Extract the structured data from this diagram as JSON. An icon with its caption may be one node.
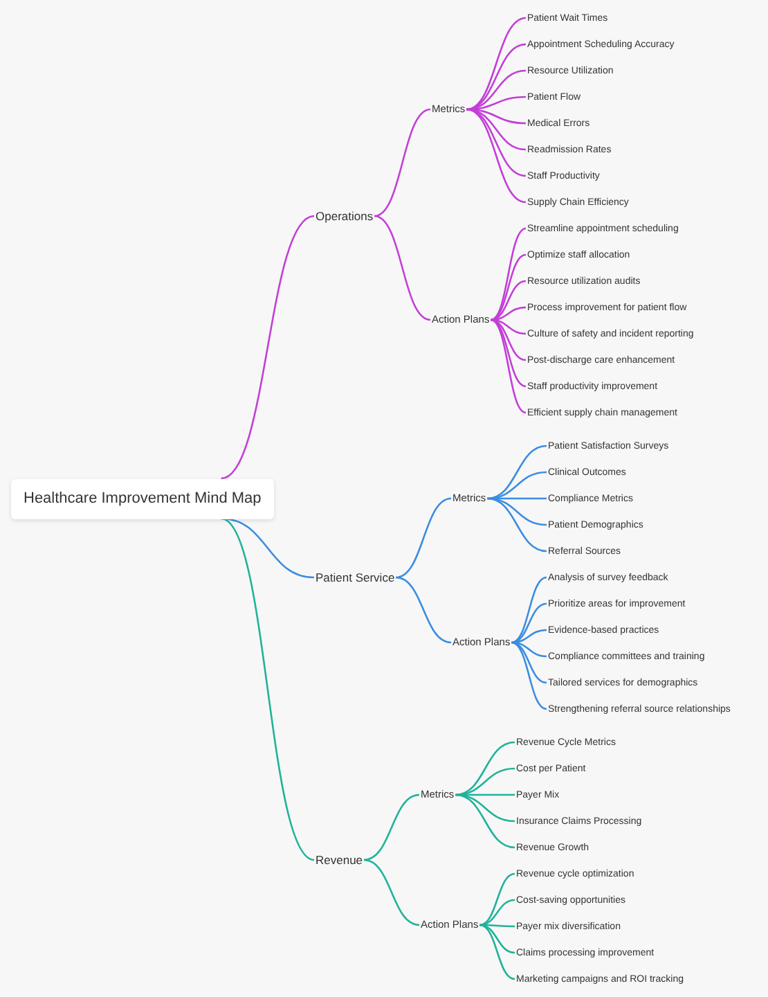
{
  "diagram": {
    "nodes": [
      {
        "text": [
          "Healthcare Improvement Mind Map"
        ]
      },
      {
        "text": [
          "Operations"
        ]
      },
      {
        "text": [
          "Metrics"
        ]
      },
      {
        "text": [
          "Patient Wait Times"
        ]
      },
      {
        "text": [
          "Appointment Scheduling Accuracy"
        ]
      },
      {
        "text": [
          "Resource Utilization"
        ]
      },
      {
        "text": [
          "Patient Flow"
        ]
      },
      {
        "text": [
          "Medical Errors"
        ]
      },
      {
        "text": [
          "Readmission Rates"
        ]
      },
      {
        "text": [
          "Staff Productivity"
        ]
      },
      {
        "text": [
          "Supply Chain Efficiency"
        ]
      },
      {
        "text": [
          "Action Plans"
        ]
      },
      {
        "text": [
          "Streamline appointment scheduling"
        ]
      },
      {
        "text": [
          "Optimize staff allocation"
        ]
      },
      {
        "text": [
          "Resource utilization audits"
        ]
      },
      {
        "text": [
          "Process improvement for patient flow"
        ]
      },
      {
        "text": [
          "Culture of safety and incident reporting"
        ]
      },
      {
        "text": [
          "Post-discharge care enhancement"
        ]
      },
      {
        "text": [
          "Staff productivity improvement"
        ]
      },
      {
        "text": [
          "Efficient supply chain management"
        ]
      },
      {
        "text": [
          "Patient Service"
        ]
      },
      {
        "text": [
          "Metrics"
        ]
      },
      {
        "text": [
          "Patient Satisfaction Surveys"
        ]
      },
      {
        "text": [
          "Clinical Outcomes"
        ]
      },
      {
        "text": [
          "Compliance Metrics"
        ]
      },
      {
        "text": [
          "Patient Demographics"
        ]
      },
      {
        "text": [
          "Referral Sources"
        ]
      },
      {
        "text": [
          "Action Plans"
        ]
      },
      {
        "text": [
          "Analysis of survey feedback"
        ]
      },
      {
        "text": [
          "Prioritize areas for improvement"
        ]
      },
      {
        "text": [
          "Evidence-based practices"
        ]
      },
      {
        "text": [
          "Compliance committees and training"
        ]
      },
      {
        "text": [
          "Tailored services for demographics"
        ]
      },
      {
        "text": [
          "Strengthening referral source relationships"
        ]
      },
      {
        "text": [
          "Revenue"
        ]
      },
      {
        "text": [
          "Metrics"
        ]
      },
      {
        "text": [
          "Revenue Cycle Metrics"
        ]
      },
      {
        "text": [
          "Cost per Patient"
        ]
      },
      {
        "text": [
          "Payer Mix"
        ]
      },
      {
        "text": [
          "Insurance Claims Processing"
        ]
      },
      {
        "text": [
          "Revenue Growth"
        ]
      },
      {
        "text": [
          "Action Plans"
        ]
      },
      {
        "text": [
          "Revenue cycle optimization"
        ]
      },
      {
        "text": [
          "Cost-saving opportunities"
        ]
      },
      {
        "text": [
          "Payer mix diversification"
        ]
      },
      {
        "text": [
          "Claims processing improvement"
        ]
      },
      {
        "text": [
          "Marketing campaigns and ROI tracking"
        ]
      }
    ],
    "edges": [
      {
        "from": 0,
        "to": 1,
        "arrow": "none"
      },
      {
        "from": 1,
        "to": 2,
        "arrow": "none"
      },
      {
        "from": 2,
        "to": 3,
        "arrow": "none"
      },
      {
        "from": 2,
        "to": 4,
        "arrow": "none"
      },
      {
        "from": 2,
        "to": 5,
        "arrow": "none"
      },
      {
        "from": 2,
        "to": 6,
        "arrow": "none"
      },
      {
        "from": 2,
        "to": 7,
        "arrow": "none"
      },
      {
        "from": 2,
        "to": 8,
        "arrow": "none"
      },
      {
        "from": 2,
        "to": 9,
        "arrow": "none"
      },
      {
        "from": 2,
        "to": 10,
        "arrow": "none"
      },
      {
        "from": 1,
        "to": 11,
        "arrow": "none"
      },
      {
        "from": 11,
        "to": 12,
        "arrow": "none"
      },
      {
        "from": 11,
        "to": 13,
        "arrow": "none"
      },
      {
        "from": 11,
        "to": 14,
        "arrow": "none"
      },
      {
        "from": 11,
        "to": 15,
        "arrow": "none"
      },
      {
        "from": 11,
        "to": 16,
        "arrow": "none"
      },
      {
        "from": 11,
        "to": 17,
        "arrow": "none"
      },
      {
        "from": 11,
        "to": 18,
        "arrow": "none"
      },
      {
        "from": 11,
        "to": 19,
        "arrow": "none"
      },
      {
        "from": 0,
        "to": 20,
        "arrow": "none",
        "color": "#3a8de0"
      },
      {
        "from": 20,
        "to": 21,
        "arrow": "none",
        "color": "#3a8de0"
      },
      {
        "from": 21,
        "to": 22,
        "arrow": "none",
        "color": "#3a8de0"
      },
      {
        "from": 21,
        "to": 23,
        "arrow": "none",
        "color": "#3a8de0"
      },
      {
        "from": 21,
        "to": 24,
        "arrow": "none",
        "color": "#3a8de0"
      },
      {
        "from": 21,
        "to": 25,
        "arrow": "none",
        "color": "#3a8de0"
      },
      {
        "from": 21,
        "to": 26,
        "arrow": "none",
        "color": "#3a8de0"
      },
      {
        "from": 20,
        "to": 27,
        "arrow": "none",
        "color": "#3a8de0"
      },
      {
        "from": 27,
        "to": 28,
        "arrow": "none",
        "color": "#3a8de0"
      },
      {
        "from": 27,
        "to": 29,
        "arrow": "none",
        "color": "#3a8de0"
      },
      {
        "from": 27,
        "to": 30,
        "arrow": "none",
        "color": "#3a8de0"
      },
      {
        "from": 27,
        "to": 31,
        "arrow": "none",
        "color": "#3a8de0"
      },
      {
        "from": 27,
        "to": 32,
        "arrow": "none",
        "color": "#3a8de0"
      },
      {
        "from": 27,
        "to": 33,
        "arrow": "none",
        "color": "#3a8de0"
      },
      {
        "from": 0,
        "to": 34,
        "arrow": "none",
        "color": "#1fb39a"
      },
      {
        "from": 34,
        "to": 35,
        "arrow": "none",
        "color": "#1fb39a"
      },
      {
        "from": 35,
        "to": 36,
        "arrow": "none",
        "color": "#1fb39a"
      },
      {
        "from": 35,
        "to": 37,
        "arrow": "none",
        "color": "#1fb39a"
      },
      {
        "from": 35,
        "to": 38,
        "arrow": "none",
        "color": "#1fb39a"
      },
      {
        "from": 35,
        "to": 39,
        "arrow": "none",
        "color": "#1fb39a"
      },
      {
        "from": 35,
        "to": 40,
        "arrow": "none",
        "color": "#1fb39a"
      },
      {
        "from": 34,
        "to": 41,
        "arrow": "none",
        "color": "#1fb39a"
      },
      {
        "from": 41,
        "to": 42,
        "arrow": "none",
        "color": "#1fb39a"
      },
      {
        "from": 41,
        "to": 43,
        "arrow": "none",
        "color": "#1fb39a"
      },
      {
        "from": 41,
        "to": 44,
        "arrow": "none",
        "color": "#1fb39a"
      },
      {
        "from": 41,
        "to": 45,
        "arrow": "none",
        "color": "#1fb39a"
      },
      {
        "from": 41,
        "to": 46,
        "arrow": "none",
        "color": "#1fb39a"
      }
    ]
  }
}
